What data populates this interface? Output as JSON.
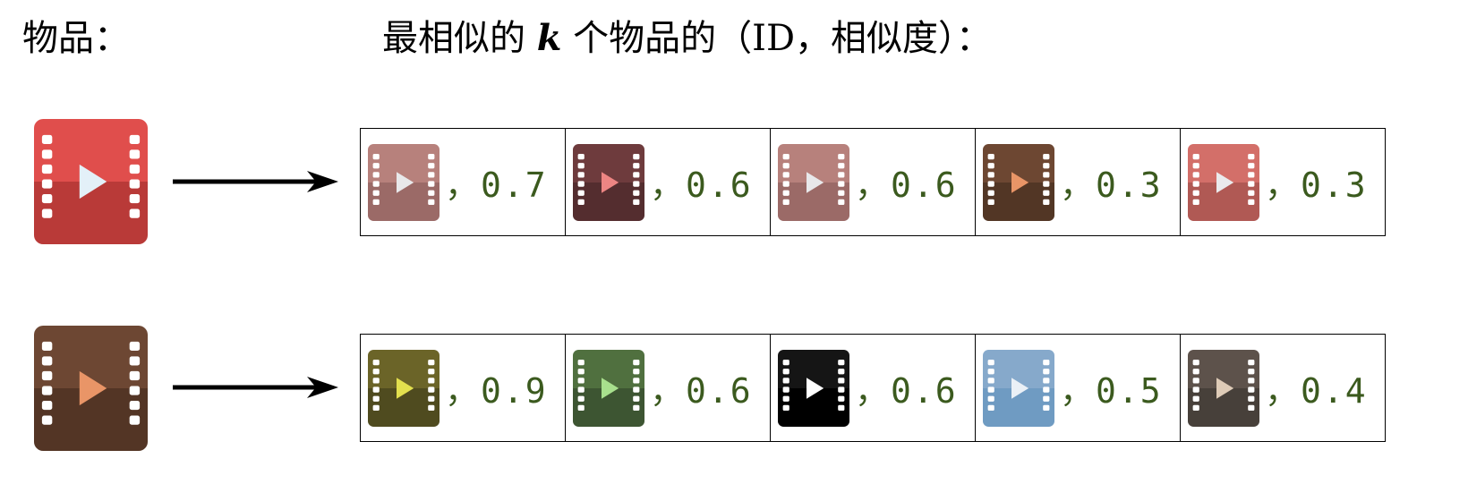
{
  "titles": {
    "items": "物品：",
    "similar_prefix": "最相似的 ",
    "k": "k",
    "similar_suffix": " 个物品的（ID，相似度）："
  },
  "sources": [
    {
      "top": "#e04e4c",
      "bottom": "#b93a38",
      "play": "#e3f0f8"
    },
    {
      "top": "#6d4733",
      "bottom": "#533525",
      "play": "#e99567"
    }
  ],
  "rows": [
    [
      {
        "top": "#b7817c",
        "bottom": "#9b6a67",
        "play": "#e8e8ea",
        "sim": "0.7"
      },
      {
        "top": "#6e3b3d",
        "bottom": "#542d2f",
        "play": "#ed8583",
        "sim": "0.6"
      },
      {
        "top": "#b7817c",
        "bottom": "#9b6a67",
        "play": "#e8e8ea",
        "sim": "0.6"
      },
      {
        "top": "#6d4732",
        "bottom": "#523625",
        "play": "#e99567",
        "sim": "0.3"
      },
      {
        "top": "#d36f69",
        "bottom": "#b05954",
        "play": "#eaeaec",
        "sim": "0.3"
      }
    ],
    [
      {
        "top": "#6b6428",
        "bottom": "#4f4b1f",
        "play": "#e3e04e",
        "sim": "0.9"
      },
      {
        "top": "#50703f",
        "bottom": "#3d5532",
        "play": "#a8e08d",
        "sim": "0.6"
      },
      {
        "top": "#151515",
        "bottom": "#000000",
        "play": "#ffffff",
        "sim": "0.6"
      },
      {
        "top": "#86a9cb",
        "bottom": "#6f9bc2",
        "play": "#eaf0f6",
        "sim": "0.5"
      },
      {
        "top": "#5d524b",
        "bottom": "#47403a",
        "play": "#decbb7",
        "sim": "0.4"
      }
    ]
  ],
  "separator": "，"
}
